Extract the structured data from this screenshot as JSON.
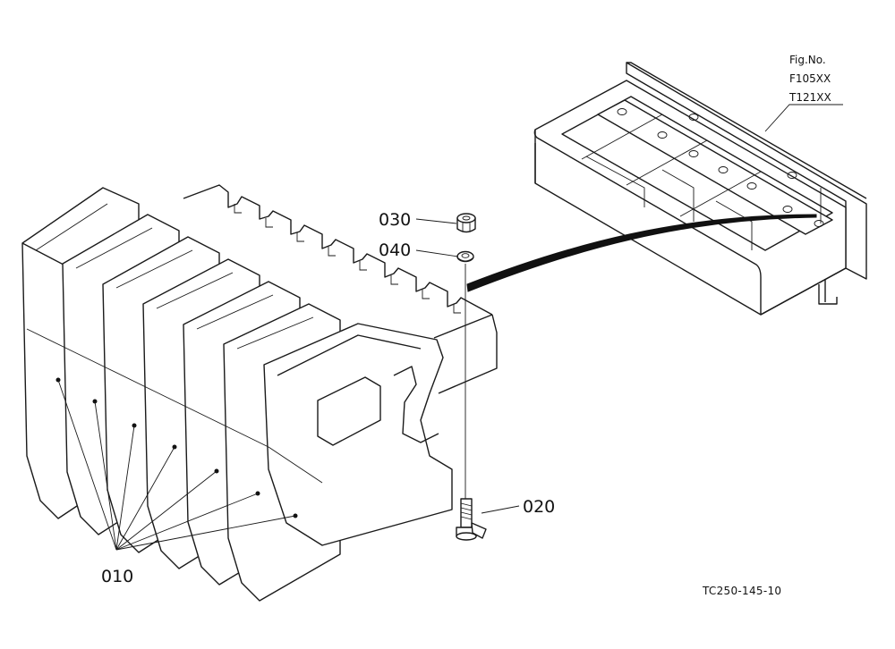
{
  "figure": {
    "fig_no_label": "Fig.No.",
    "fig_codes": [
      "F105XX",
      "T121XX"
    ],
    "drawing_code": "TC250-145-10"
  },
  "callouts": {
    "weights": "010",
    "bolt": "020",
    "nut": "030",
    "washer": "040"
  },
  "colors": {
    "line": "#1a1a1a",
    "background": "#ffffff"
  }
}
